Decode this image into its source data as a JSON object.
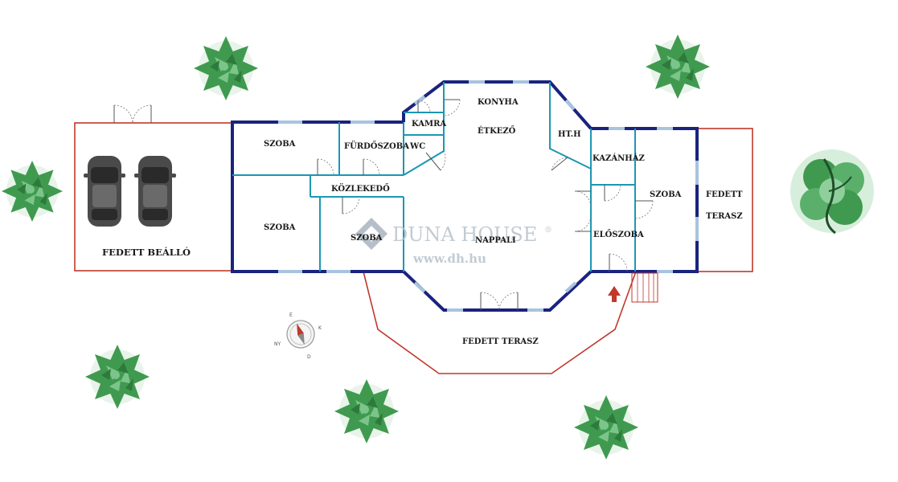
{
  "rooms": {
    "szoba_nw": "SZOBA",
    "furdoszoba": "FÜRDŐSZOBA",
    "wc": "WC",
    "kamra": "KAMRA",
    "konyha": "KONYHA",
    "etkezo": "ÉTKEZŐ",
    "hth": "HT.H",
    "kazanhaz": "KAZÁNHÁZ",
    "kozlekedo": "KÖZLEKEDŐ",
    "szoba_sw": "SZOBA",
    "szoba_mid": "SZOBA",
    "nappali": "NAPPALI",
    "eloszoba": "ELŐSZOBA",
    "szoba_e": "SZOBA",
    "fedett_terasz_e_line1": "FEDETT",
    "fedett_terasz_e_line2": "TERASZ",
    "fedett_beallo": "FEDETT BEÁLLÓ",
    "fedett_terasz_s": "FEDETT TERASZ"
  },
  "watermark": {
    "brand": "DUNA HOUSE",
    "registered": "®",
    "url": "www.dh.hu"
  },
  "compass": {
    "n": "É",
    "e": "K",
    "s": "D",
    "w": "NY"
  },
  "colors": {
    "outer_wall": "#1a237e",
    "inner_wall": "#1c97b3",
    "covered_area_outline": "#c0392b",
    "window": "#a7c4dd",
    "tree": "#3f9a4f",
    "car": "#4a4a4a",
    "entrance_arrow": "#c0392b"
  }
}
